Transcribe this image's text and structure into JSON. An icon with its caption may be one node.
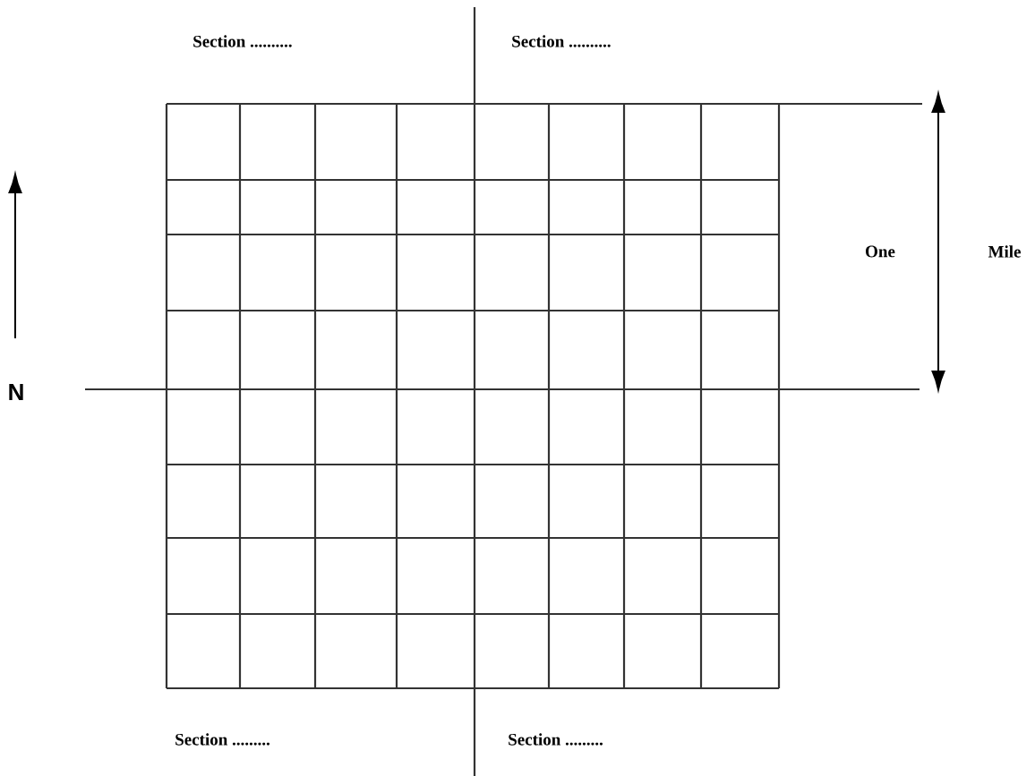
{
  "diagram": {
    "labels": [
      "Section ..........",
      "Section ..........",
      "One",
      "Mile",
      "N",
      "Section .........",
      "Section ........."
    ]
  }
}
